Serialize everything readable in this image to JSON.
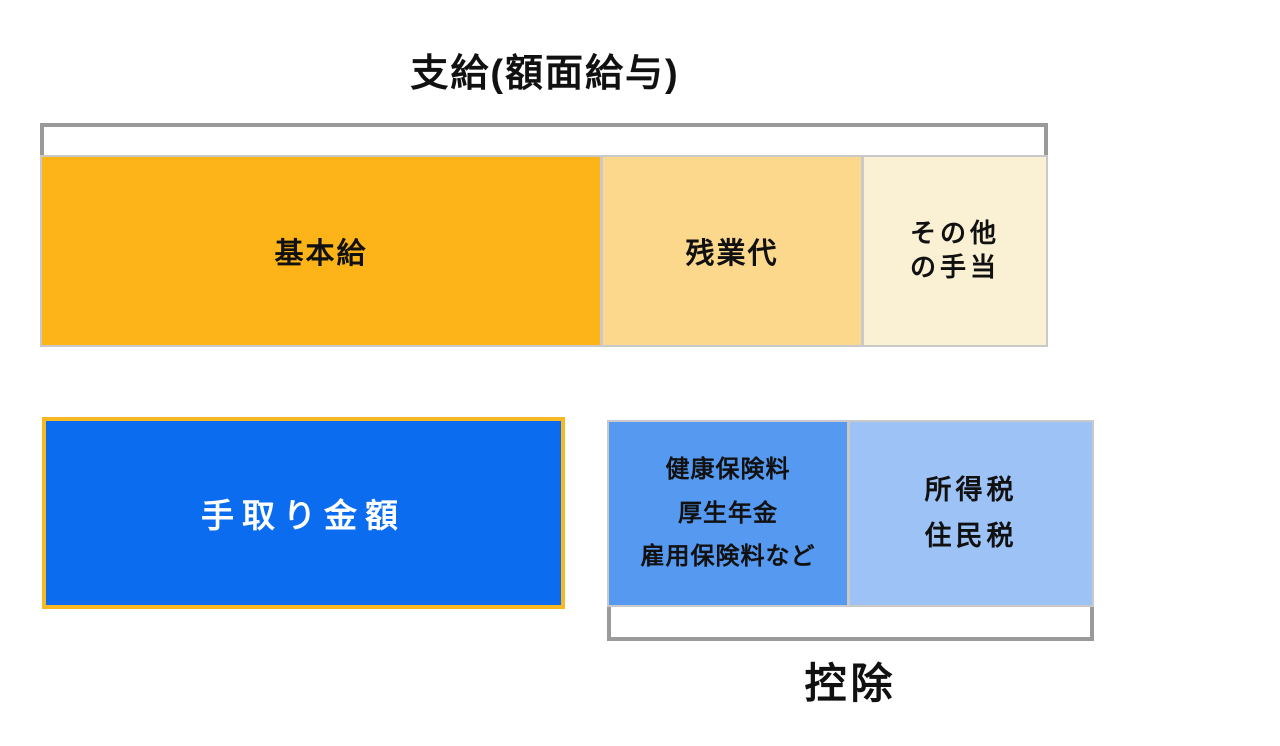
{
  "title": {
    "text": "支給(額面給与)"
  },
  "gross_bar": {
    "segments": [
      {
        "label": "基本給",
        "color": "#FCB418",
        "proportion": 0.56
      },
      {
        "label": "残業代",
        "color": "#FCD88C",
        "proportion": 0.26
      },
      {
        "lines": [
          "その他",
          "の手当"
        ],
        "color": "#FAF0D4",
        "proportion": 0.18
      }
    ]
  },
  "net_box": {
    "label": "手取り金額",
    "fill": "#0B6CEF",
    "border": "#F7B824"
  },
  "deductions": {
    "title": "控除",
    "boxes": [
      {
        "lines": [
          "健康保険料",
          "厚生年金",
          "雇用保険料など"
        ],
        "color": "#5599F0"
      },
      {
        "lines": [
          "所得税",
          "住民税"
        ],
        "color": "#9CC2F6"
      }
    ]
  },
  "colors": {
    "background": "#FFFFFF",
    "base_salary": "#FCB418",
    "overtime": "#FCD88C",
    "other_allowance": "#FAF0D4",
    "net_fill": "#0B6CEF",
    "net_border": "#F7B824",
    "social_insurance": "#5599F0",
    "taxes": "#9CC2F6",
    "bracket_gray": "#9A9A9A",
    "divider_gray": "#C9C9C9",
    "text_black": "#111111",
    "text_white": "#FFFFFF"
  }
}
